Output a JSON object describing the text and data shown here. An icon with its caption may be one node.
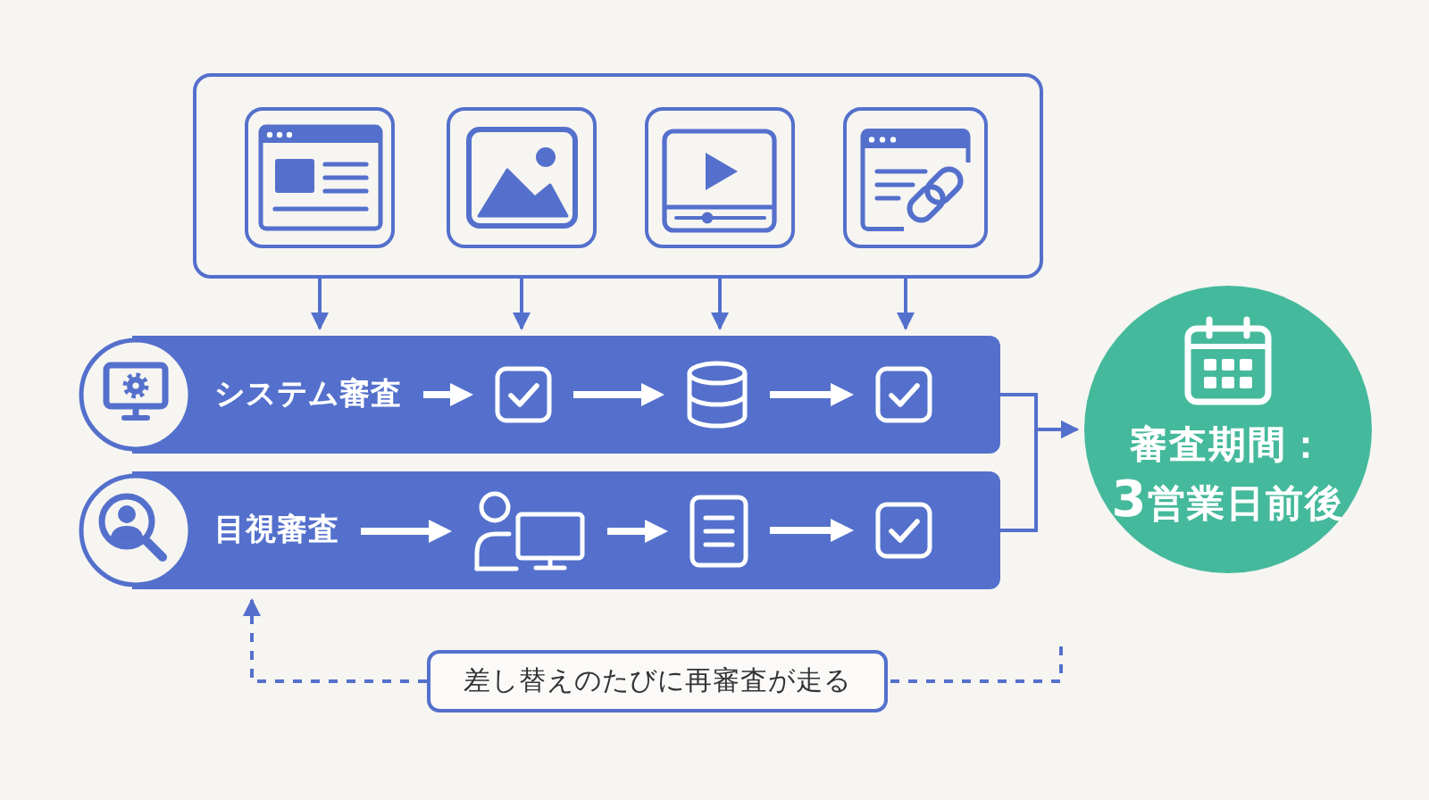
{
  "diagram": {
    "nodes": [
      {
        "text": [],
        "shape": "box"
      },
      {
        "text": [],
        "shape": "bar"
      },
      {
        "text": [
          "システム審査"
        ],
        "in": 1
      },
      {
        "text": [],
        "shape": "picture",
        "in": 1
      },
      {
        "text": [],
        "shape": "cylinder",
        "in": 1
      },
      {
        "text": [],
        "shape": "picture",
        "in": 1
      },
      {
        "text": [],
        "shape": "bar"
      },
      {
        "text": [
          "目視審査"
        ],
        "in": 6
      },
      {
        "text": [],
        "shape": "picture",
        "in": 6
      },
      {
        "text": [],
        "shape": "picture",
        "in": 6
      },
      {
        "text": [],
        "shape": "picture",
        "in": 6
      },
      {
        "text": [
          "審査期間：",
          "3営業日前後"
        ]
      },
      {
        "text": [
          "差し替えのたびに再審査が走る"
        ]
      }
    ],
    "edges": [
      {
        "from": 0,
        "to": 1,
        "arrow": "to"
      },
      {
        "from": 0,
        "to": 1,
        "arrow": "to"
      },
      {
        "from": 0,
        "to": 1,
        "arrow": "to"
      },
      {
        "from": 0,
        "to": 1,
        "arrow": "to"
      },
      {
        "from": 2,
        "to": 3,
        "arrow": "to",
        "style": "thick",
        "color": "#ffffff"
      },
      {
        "from": 3,
        "to": 4,
        "arrow": "to",
        "style": "thick",
        "color": "#ffffff"
      },
      {
        "from": 4,
        "to": 5,
        "arrow": "to",
        "style": "thick",
        "color": "#ffffff"
      },
      {
        "from": 7,
        "to": 8,
        "arrow": "to",
        "style": "thick",
        "color": "#ffffff"
      },
      {
        "from": 8,
        "to": 9,
        "arrow": "to",
        "style": "thick",
        "color": "#ffffff"
      },
      {
        "from": 9,
        "to": 10,
        "arrow": "to",
        "style": "thick",
        "color": "#ffffff"
      },
      {
        "from": 1,
        "to": 11,
        "arrow": "to"
      },
      {
        "from": 6,
        "to": 11,
        "arrow": "to"
      },
      {
        "from": null,
        "to": 12,
        "arrow": "none",
        "style": "dashed"
      },
      {
        "from": 12,
        "to": 6,
        "arrow": "to",
        "style": "dashed"
      }
    ]
  }
}
